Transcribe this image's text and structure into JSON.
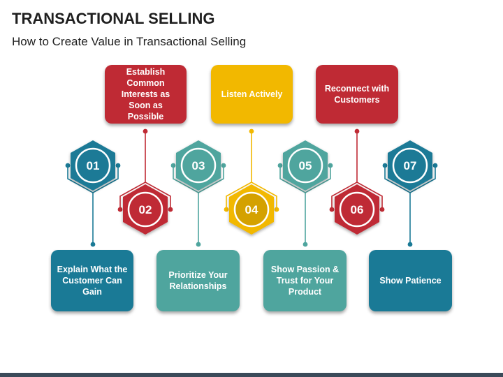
{
  "header": {
    "title": "TRANSACTIONAL SELLING",
    "subtitle": "How to Create Value in Transactional Selling"
  },
  "colors": {
    "dark_teal": "#1a7a96",
    "light_teal": "#4fa59e",
    "red": "#bf2a34",
    "yellow": "#f2b800"
  },
  "steps": [
    {
      "number": "01",
      "label": "Explain What the Customer Can Gain"
    },
    {
      "number": "02",
      "label": "Establish Common Interests as Soon as Possible"
    },
    {
      "number": "03",
      "label": "Prioritize Your Relationships"
    },
    {
      "number": "04",
      "label": "Listen Actively"
    },
    {
      "number": "05",
      "label": "Show Passion & Trust for Your Product"
    },
    {
      "number": "06",
      "label": "Reconnect with Customers"
    },
    {
      "number": "07",
      "label": "Show Patience"
    }
  ]
}
